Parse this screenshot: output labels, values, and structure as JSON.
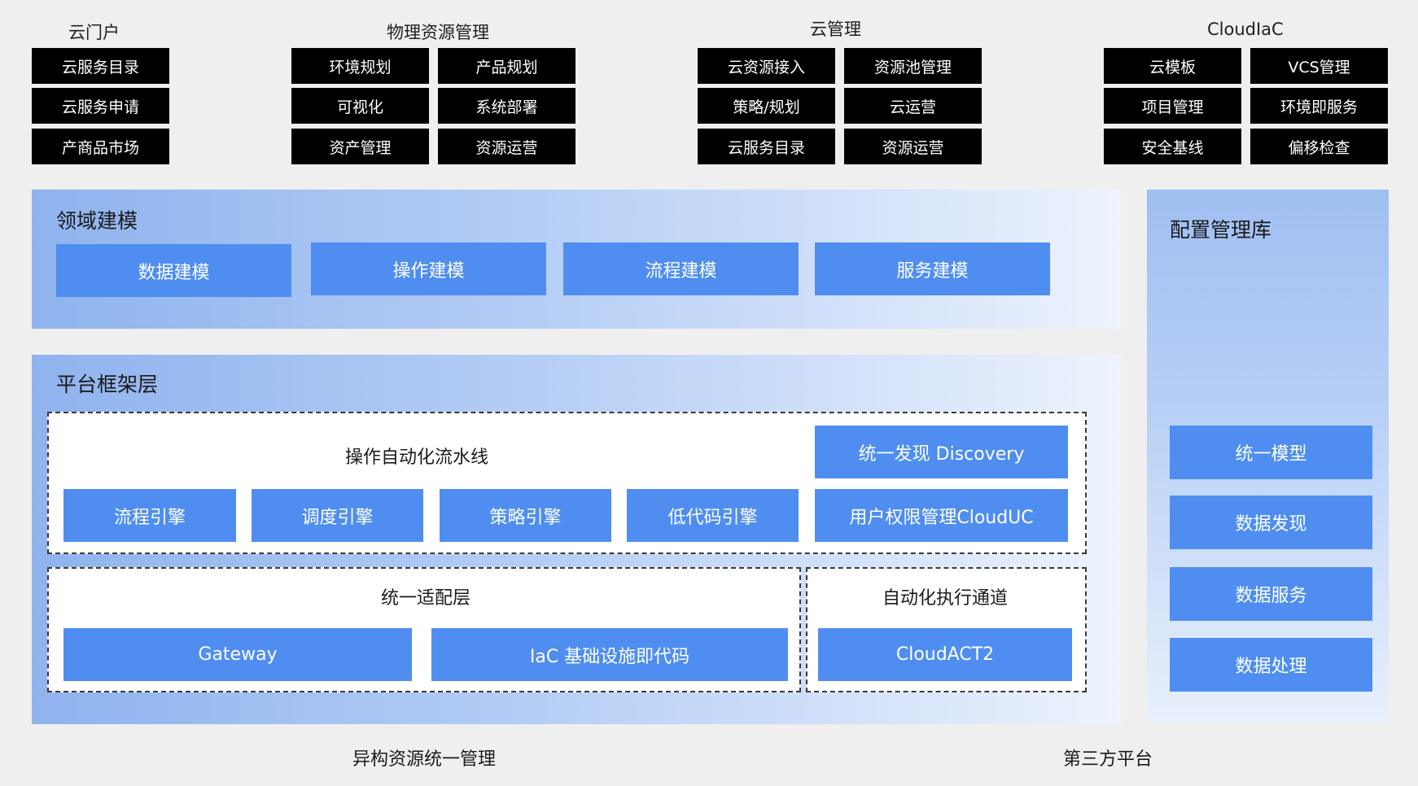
{
  "top_groups": {
    "cloud_portal": {
      "title": "云门户",
      "items": [
        "云服务目录",
        "云服务申请",
        "产商品市场"
      ]
    },
    "physical": {
      "title": "物理资源管理",
      "items": [
        "环境规划",
        "产品规划",
        "可视化",
        "系统部署",
        "资产管理",
        "资源运营"
      ]
    },
    "cloud_mgmt": {
      "title": "云管理",
      "items": [
        "云资源接入",
        "资源池管理",
        "策略/规划",
        "云运营",
        "云服务目录",
        "资源运营"
      ]
    },
    "cloudiac": {
      "title": "CloudIaC",
      "items": [
        "云模板",
        "VCS管理",
        "项目管理",
        "环境即服务",
        "安全基线",
        "偏移检查"
      ]
    }
  },
  "domain_modeling": {
    "title": "领域建模",
    "items": [
      "数据建模",
      "操作建模",
      "流程建模",
      "服务建模"
    ]
  },
  "platform": {
    "title": "平台框架层",
    "pipeline": {
      "title": "操作自动化流水线",
      "engines": [
        "流程引擎",
        "调度引擎",
        "策略引擎",
        "低代码引擎"
      ],
      "discovery": "统一发现 Discovery",
      "cloud_uc": "用户权限管理CloudUC"
    },
    "adapter": {
      "title": "统一适配层",
      "items": [
        "Gateway",
        "IaC 基础设施即代码"
      ]
    },
    "channel": {
      "title": "自动化执行通道",
      "item": "CloudACT2"
    }
  },
  "config_db": {
    "title": "配置管理库",
    "items": [
      "统一模型",
      "数据发现",
      "数据服务",
      "数据处理"
    ]
  },
  "footer": {
    "left": "异构资源统一管理",
    "right": "第三方平台"
  },
  "colors": {
    "background": "#efefef",
    "black_box": "#000000",
    "blue_button": "#4f8ef0",
    "panel_gradient_start": "#8fb3ee",
    "panel_gradient_end": "#eef3fd"
  }
}
